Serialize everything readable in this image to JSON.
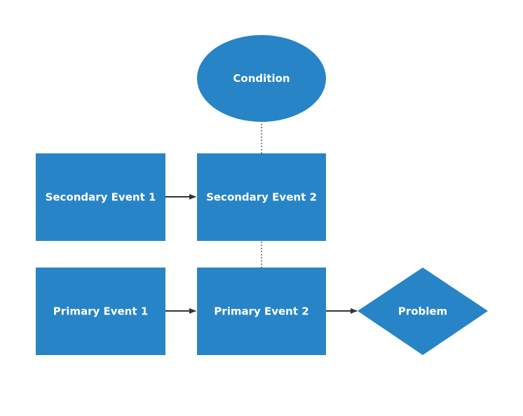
{
  "colors": {
    "node_fill": "#2784c7",
    "arrow": "#333333",
    "dotted": "#333333",
    "label": "#ffffff"
  },
  "nodes": {
    "condition": {
      "label": "Condition",
      "shape": "ellipse"
    },
    "secondary_event_1": {
      "label": "Secondary Event 1",
      "shape": "rectangle"
    },
    "secondary_event_2": {
      "label": "Secondary Event 2",
      "shape": "rectangle"
    },
    "primary_event_1": {
      "label": "Primary Event 1",
      "shape": "rectangle"
    },
    "primary_event_2": {
      "label": "Primary Event 2",
      "shape": "rectangle"
    },
    "problem": {
      "label": "Problem",
      "shape": "diamond"
    }
  },
  "edges": [
    {
      "from": "secondary_event_1",
      "to": "secondary_event_2",
      "style": "arrow"
    },
    {
      "from": "primary_event_1",
      "to": "primary_event_2",
      "style": "arrow"
    },
    {
      "from": "primary_event_2",
      "to": "problem",
      "style": "arrow"
    },
    {
      "from": "condition",
      "to": "secondary_event_2",
      "style": "dotted"
    },
    {
      "from": "secondary_event_2",
      "to": "primary_event_2",
      "style": "dotted"
    }
  ]
}
